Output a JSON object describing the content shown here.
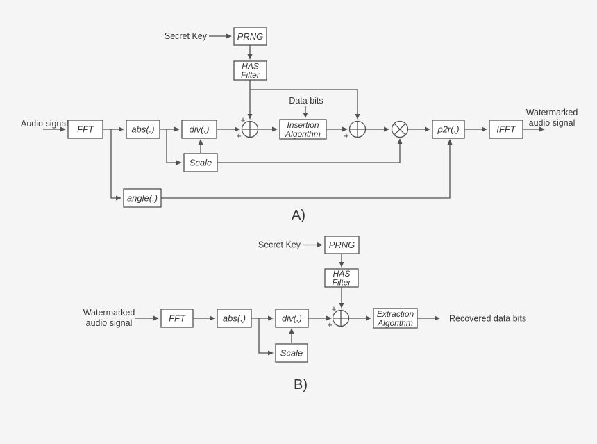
{
  "colors": {
    "background": "#f5f5f6",
    "line": "#515254",
    "text": "#363636",
    "box_fill": "#ffffff"
  },
  "embedder": {
    "section_label": "A)",
    "input_label": "Audio signal",
    "secret_key_label": "Secret Key",
    "data_bits_label": "Data bits",
    "output_label_line1": "Watermarked",
    "output_label_line2": "audio signal",
    "blocks": {
      "fft": "FFT",
      "abs": "abs(.)",
      "div": "div(.)",
      "scale": "Scale",
      "angle": "angle(.)",
      "prng": "PRNG",
      "has_filter_line1": "HAS",
      "has_filter_line2": "Filter",
      "insertion_line1": "Insertion",
      "insertion_line2": "Algorithm",
      "p2r": "p2r(.)",
      "ifft": "IFFT"
    },
    "adder1": {
      "top_sign": "+",
      "left_sign": "+"
    },
    "adder2": {
      "top_sign": "-",
      "left_sign": "+"
    }
  },
  "extractor": {
    "section_label": "B)",
    "input_label_line1": "Watermarked",
    "input_label_line2": "audio signal",
    "secret_key_label": "Secret Key",
    "output_label": "Recovered data bits",
    "blocks": {
      "fft": "FFT",
      "abs": "abs(.)",
      "div": "div(.)",
      "scale": "Scale",
      "prng": "PRNG",
      "has_filter_line1": "HAS",
      "has_filter_line2": "Filter",
      "extraction_line1": "Extraction",
      "extraction_line2": "Algorithm"
    },
    "adder": {
      "top_sign": "+",
      "left_sign": "+"
    }
  }
}
